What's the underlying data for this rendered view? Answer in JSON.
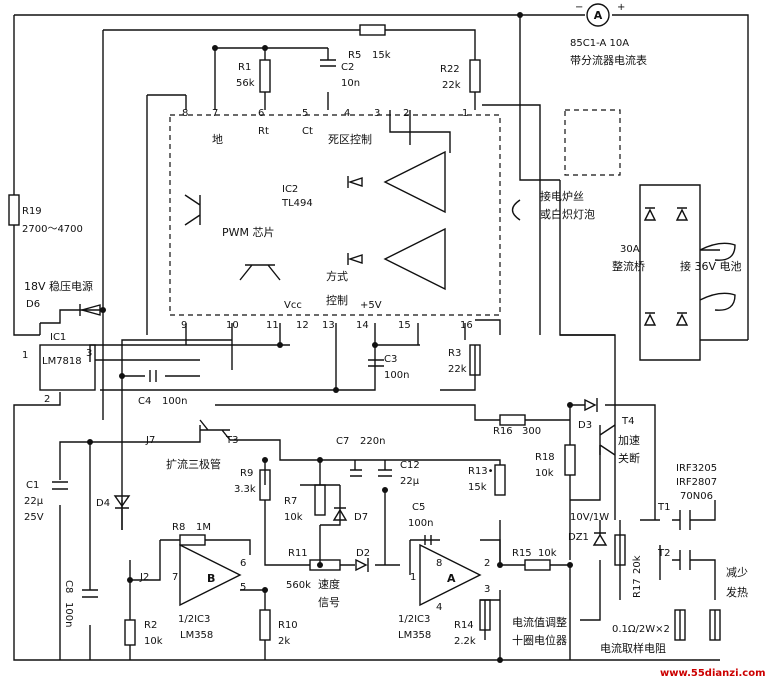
{
  "ammeter": {
    "symbol": "A",
    "minus": "−",
    "plus": "+",
    "model": "85C1-A 10A",
    "desc": "带分流器电流表"
  },
  "r5": {
    "ref": "R5",
    "value": "15k"
  },
  "r1": {
    "ref": "R1",
    "value": "56k"
  },
  "c2": {
    "ref": "C2",
    "value": "10n"
  },
  "r22": {
    "ref": "R22",
    "value": "22k"
  },
  "r19": {
    "ref": "R19",
    "value": "2700～4700"
  },
  "ic2": {
    "ref": "IC2",
    "part": "TL494",
    "chip_desc": "PWM 芯片",
    "pin_gnd": "地",
    "pin_rt": "Rt",
    "pin_ct": "Ct",
    "pin_dead": "死区控制",
    "pin_mode": "方式",
    "pin_mode2": "控制",
    "pin_vcc": "Vcc",
    "pin_5v": "+5V",
    "pins_top": [
      "8",
      "7",
      "6",
      "5",
      "4",
      "3",
      "2",
      "1"
    ],
    "pins_bottom": [
      "9",
      "10",
      "11",
      "12",
      "13",
      "14",
      "15",
      "16"
    ]
  },
  "supply": {
    "label": "18V 稳压电源",
    "d6": "D6",
    "ic1": "IC1",
    "reg": "LM7818",
    "p1": "1",
    "p2": "2",
    "p3": "3"
  },
  "c3": {
    "ref": "C3",
    "value": "100n"
  },
  "r3": {
    "ref": "R3",
    "value": "22k"
  },
  "c4": {
    "ref": "C4",
    "value": "100n"
  },
  "load": {
    "line1": "接电炉丝",
    "line2": "或白炽灯泡"
  },
  "bridge": {
    "line1": "30A",
    "line2": "整流桥"
  },
  "battery": "接 36V 电池",
  "j7": "J7",
  "t3": {
    "ref": "T3",
    "desc": "扩流三极管"
  },
  "c7": {
    "ref": "C7",
    "value": "220n"
  },
  "r16": {
    "ref": "R16",
    "value": "300"
  },
  "d3": "D3",
  "t4": {
    "ref": "T4",
    "desc1": "加速",
    "desc2": "关断"
  },
  "r18": {
    "ref": "R18",
    "value": "10k"
  },
  "mosfets": {
    "m1": "IRF3205",
    "m2": "IRF2807",
    "m3": "70N06",
    "t1": "T1",
    "t2": "T2",
    "note1": "减少",
    "note2": "发热"
  },
  "r9": {
    "ref": "R9",
    "value": "3.3k"
  },
  "c12": {
    "ref": "C12",
    "value": "22μ"
  },
  "r13": {
    "ref": "R13•",
    "value": "15k"
  },
  "c1": {
    "ref": "C1",
    "value": "22μ",
    "volt": "25V"
  },
  "d4": "D4",
  "r7": {
    "ref": "R7",
    "value": "10k"
  },
  "d7": "D7",
  "c5": {
    "ref": "C5",
    "value": "100n"
  },
  "zener": {
    "spec": "10V/1W",
    "ref": "DZ1"
  },
  "r17": {
    "ref": "R17",
    "value": "20k"
  },
  "r8": {
    "ref": "R8",
    "value": "1M"
  },
  "ic3b": {
    "unit": "B",
    "name1": "1/2IC3",
    "name2": "LM358",
    "pin_out": "6",
    "pin_in": "7",
    "pin_5": "5"
  },
  "r11": {
    "ref": "R11",
    "value": "560k"
  },
  "d2": "D2",
  "speed": {
    "line1": "速度",
    "line2": "信号"
  },
  "r15": {
    "ref": "R15",
    "value": "10k"
  },
  "ic3a": {
    "unit": "A",
    "name1": "1/2IC3",
    "name2": "LM358",
    "p1": "1",
    "p2": "2",
    "p3": "3",
    "p4": "4",
    "p8": "8"
  },
  "j2": "J2",
  "c8": {
    "ref": "C8",
    "value": "100n"
  },
  "r2": {
    "ref": "R2",
    "value": "10k"
  },
  "r10": {
    "ref": "R10",
    "value": "2k"
  },
  "r14": {
    "ref": "R14",
    "value": "2.2k"
  },
  "pot": {
    "line1": "电流值调整",
    "line2": "十圈电位器"
  },
  "shunt": {
    "line1": "0.1Ω/2W×2",
    "line2": "电流取样电阻"
  },
  "watermark": "www.55dianzi.com"
}
